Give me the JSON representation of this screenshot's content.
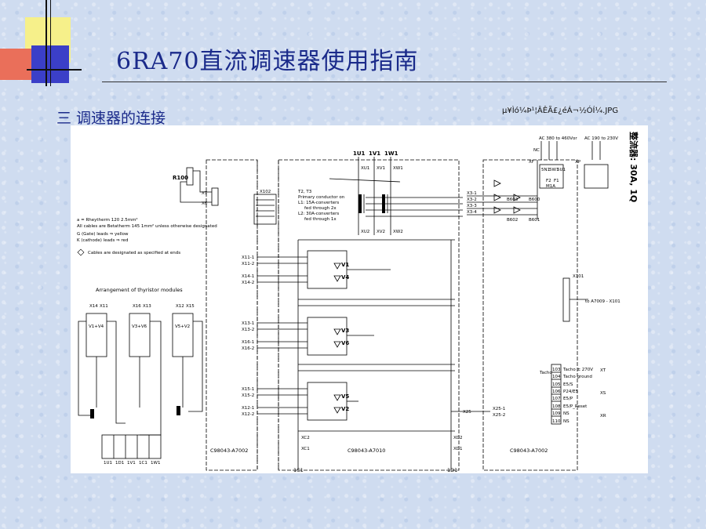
{
  "slide": {
    "title": "6RA70直流调速器使用指南",
    "section": "三 调速器的连接",
    "image_label": "µ¥Ìó¼Þ¹¦ÂÊÃ£¿éÁ¬½ÓÍ¼.JPG"
  },
  "diagram": {
    "side_title": "整流器: 30A, 1Q",
    "bus_labels": [
      "1U1",
      "1V1",
      "1W1"
    ],
    "bottom_labels": [
      "1C1",
      "1D1"
    ],
    "module_ids": [
      "C98043-A7002",
      "C98043-A7010",
      "C98043-A7002"
    ],
    "r100_label": "R100",
    "x7": "X7",
    "x6": "X6",
    "x102": "X102",
    "x101": "X101",
    "to_x101": "to A7009 - X101",
    "t2t3_notes": [
      "T2, T3",
      "Primary conductor on",
      "L1: 15A-converters",
      "fed through 2x",
      "L2: 30A-converters",
      "fed through 1x"
    ],
    "legend": [
      "a = Rheytherm 120  2.5mm²",
      "All cables are Betatherm 145  1mm² unless otherwise designated",
      "G (Gate) leads  ⇒  yellow",
      "K (cathode) leads  ⇒  red"
    ],
    "cables_note": "Cables are designated as specified at ends",
    "arrangement_title": "Arrangement of thyristor modules",
    "module_labels": [
      "V1+V4",
      "V3+V6",
      "V5+V2"
    ],
    "module_top_pins": [
      "X14",
      "X11",
      "X16",
      "X13",
      "X12",
      "X15"
    ],
    "terminal_strip": [
      "1U1",
      "1D1",
      "1V1",
      "1C1",
      "1W1"
    ],
    "thyristors": [
      "V1",
      "V4",
      "V3",
      "V6",
      "V5",
      "V2"
    ],
    "x_left": [
      "X11-1",
      "X11-2",
      "X14-1",
      "X14-2",
      "X13-1",
      "X13-2",
      "X16-1",
      "X16-2",
      "X15-1",
      "X15-2",
      "X12-1",
      "X12-2"
    ],
    "supply_labels": [
      "AC 380 to 460V",
      "or",
      "AC 190 to 230V"
    ],
    "fuse_labels": [
      "NC",
      "XF",
      "5N1",
      "5W1",
      "5U1",
      "F2",
      "F1",
      "M1A",
      "XP"
    ],
    "x3_labels": [
      "X3-1",
      "X3-2",
      "X3-3",
      "X3-4"
    ],
    "b_labels": [
      "B603",
      "B600",
      "B602",
      "B601"
    ],
    "tacho": {
      "label": "Tacho",
      "rows": [
        {
          "pin": "103",
          "text": "Tacho ± 270V"
        },
        {
          "pin": "104",
          "text": "Tacho ground"
        },
        {
          "pin": "105",
          "text": "E5/S"
        },
        {
          "pin": "106",
          "text": "P24/E5"
        },
        {
          "pin": "107",
          "text": "E5/P"
        },
        {
          "pin": "108",
          "text": "E5/P_Reset"
        },
        {
          "pin": "109",
          "text": "NS"
        },
        {
          "pin": "110",
          "text": "NS"
        }
      ],
      "groups": [
        "XT",
        "XS",
        "XR"
      ]
    },
    "x25_labels": [
      "X25",
      "X25-1",
      "X25-2"
    ],
    "xc_labels": [
      "XC2",
      "XC1"
    ],
    "xd_labels": [
      "XD2",
      "XD1"
    ],
    "xu_labels": [
      "XU1",
      "XV1",
      "XW1",
      "XU2",
      "XV2",
      "XW2"
    ]
  },
  "colors": {
    "title": "#1a2a8a",
    "background": "#cfdcf0",
    "accent_yellow": "#f6f08a",
    "accent_red": "#ea6f5a",
    "accent_blue": "#3b3fc8"
  }
}
